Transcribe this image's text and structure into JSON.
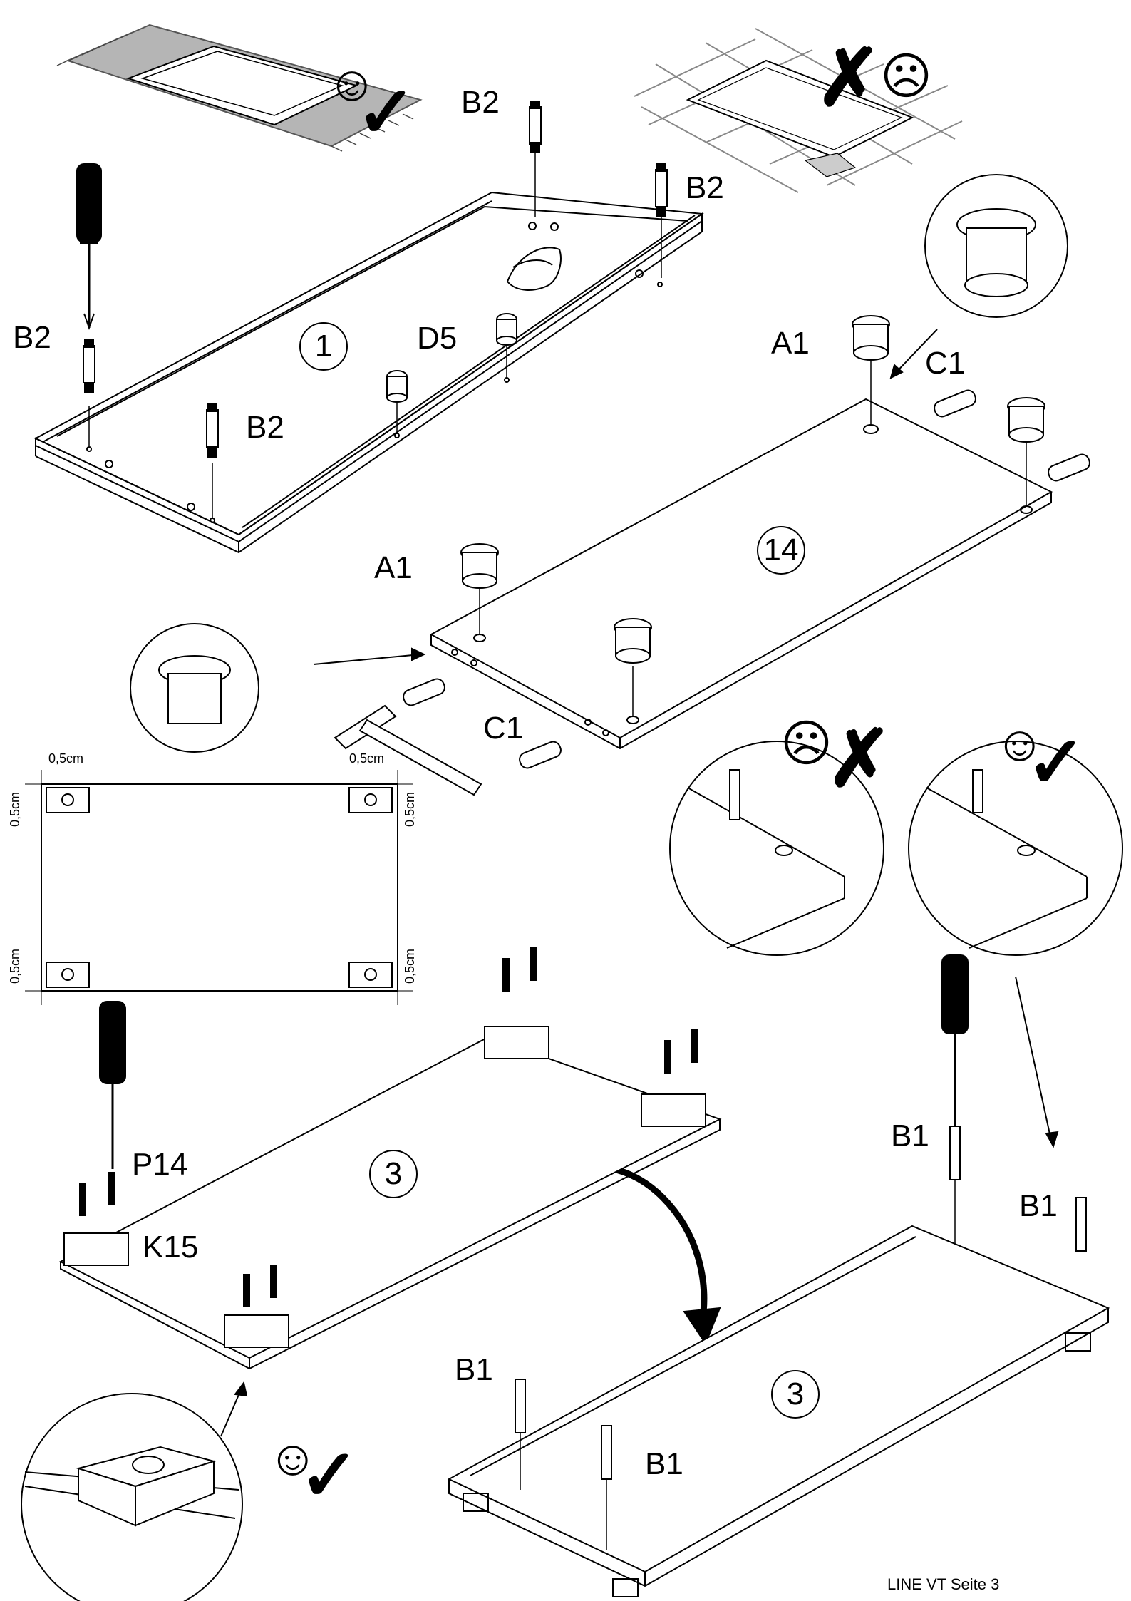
{
  "labels": {
    "b2_top": "B2",
    "b2_right": "B2",
    "b2_left": "B2",
    "b2_mid": "B2",
    "d5": "D5",
    "a1_top": "A1",
    "c1_top": "C1",
    "a1_mid": "A1",
    "c1_bottom": "C1",
    "p14": "P14",
    "k15": "K15",
    "b1_right_top": "B1",
    "b1_right": "B1",
    "b1_left": "B1",
    "b1_bottom": "B1"
  },
  "part_numbers": {
    "step1": "1",
    "step14": "14",
    "step3_left": "3",
    "step3_right": "3"
  },
  "dimensions": {
    "top_left": "0,5cm",
    "top_right": "0,5cm",
    "left_top": "0,5cm",
    "right_top": "0,5cm",
    "left_bottom": "0,5cm",
    "right_bottom": "0,5cm"
  },
  "footer": "LINE VT Seite 3"
}
